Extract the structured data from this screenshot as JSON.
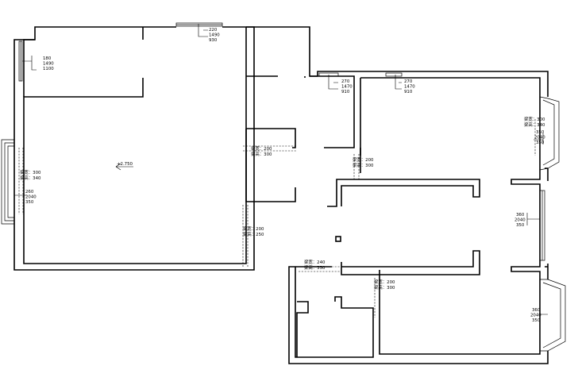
{
  "header": {
    "title_blurred": ""
  },
  "window_tags": [
    {
      "id": "w-top-a",
      "lines": [
        "220",
        "1490",
        "930"
      ]
    },
    {
      "id": "w-left-a",
      "lines": [
        "180",
        "1490",
        "1100"
      ]
    },
    {
      "id": "w-top-b",
      "lines": [
        "270",
        "1470",
        "910"
      ]
    },
    {
      "id": "w-top-c",
      "lines": [
        "270",
        "1470",
        "910"
      ]
    },
    {
      "id": "w-left-b",
      "lines": [
        "260",
        "2040",
        "350"
      ]
    },
    {
      "id": "w-right-a",
      "lines": [
        "350",
        "2040",
        "350"
      ]
    },
    {
      "id": "w-right-b",
      "lines": [
        "360",
        "2040",
        "350"
      ]
    },
    {
      "id": "w-right-c",
      "lines": [
        "360",
        "2040",
        "350"
      ]
    }
  ],
  "beam_tags": [
    {
      "id": "b-left",
      "lines": [
        "梁宽：300",
        "梁高：340"
      ]
    },
    {
      "id": "b-right-top",
      "lines": [
        "梁宽：300",
        "梁高：340"
      ]
    },
    {
      "id": "b-mid-a",
      "lines": [
        "梁宽：200",
        "梁高：300"
      ]
    },
    {
      "id": "b-mid-b",
      "lines": [
        "梁宽：200",
        "梁高：300"
      ]
    },
    {
      "id": "b-mid-c",
      "lines": [
        "梁宽：200",
        "梁高：250"
      ]
    },
    {
      "id": "b-low-a",
      "lines": [
        "梁宽：240",
        "梁高：350"
      ]
    },
    {
      "id": "b-low-b",
      "lines": [
        "梁宽：200",
        "梁高：300"
      ]
    }
  ],
  "elevation_mark": "+2.750",
  "colors": {
    "line": "#000000",
    "background": "#ffffff"
  }
}
